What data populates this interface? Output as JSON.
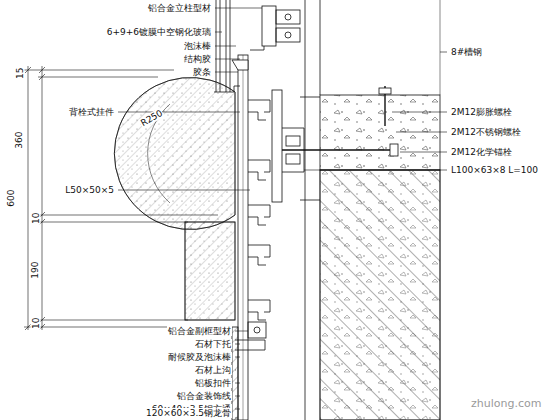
{
  "diagram": {
    "labels": [
      "铝合金立柱型材",
      "6+9+6镀膜中空钢化玻璃",
      "泡沫棒",
      "结构胶",
      "胶条",
      "背栓式挂件",
      "L50×50×5",
      "R250",
      "15",
      "360",
      "600",
      "10",
      "190",
      "10",
      "铝合金副框型材",
      "石材下托",
      "耐候胶及泡沫棒",
      "石材上沟",
      "铝板扣件",
      "铝合金装饰线",
      "60×40×3.5钢方通",
      "120×60×3.5钢龙骨",
      "8#槽钢",
      "2M12膨胀螺栓",
      "2M12不锈钢螺栓",
      "2M12化学锚栓",
      "L100×63×8 L=100",
      "zhulong.com"
    ]
  }
}
